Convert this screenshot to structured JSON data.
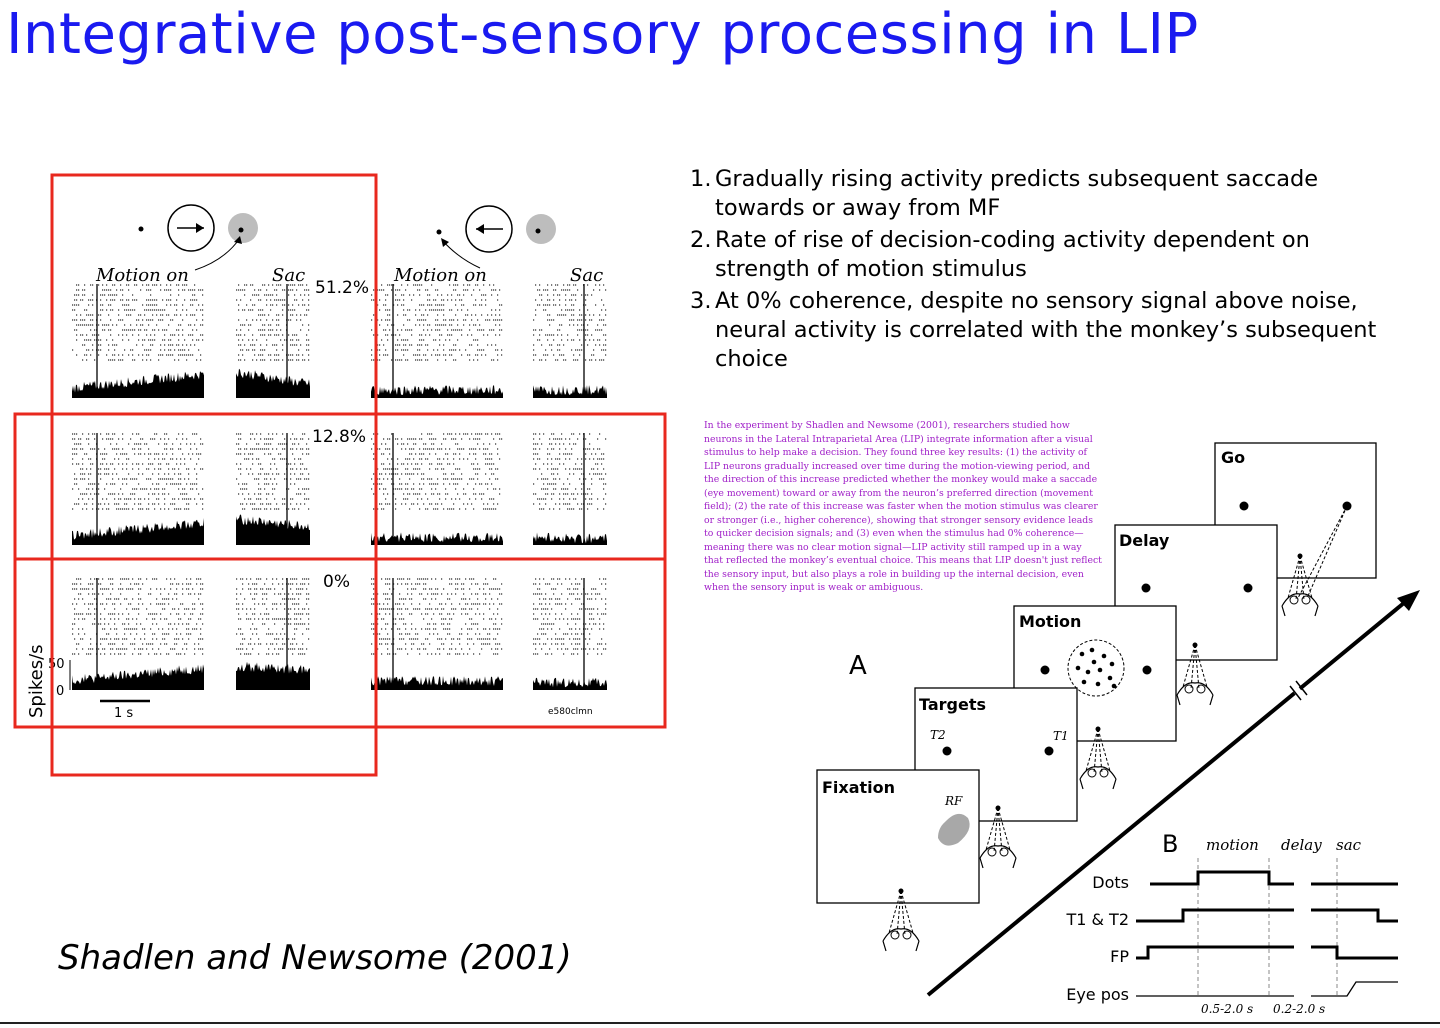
{
  "slide": {
    "title": "Integrative post-sensory processing in LIP",
    "citation": "Shadlen and Newsome (2001)"
  },
  "points": [
    {
      "num": "1.",
      "text": "Gradually rising activity predicts subsequent saccade towards or away from MF"
    },
    {
      "num": "2.",
      "text": "Rate of rise of decision-coding activity dependent on strength of motion stimulus"
    },
    {
      "num": "3.",
      "text": "At 0% coherence, despite no sensory signal above noise, neural activity is correlated with the monkey’s subsequent choice"
    }
  ],
  "annotation_note": "In the experiment by Shadlen and Newsome (2001), researchers studied how neurons in the Lateral Intraparietal Area (LIP) integrate information after a visual stimulus to help make a decision. They found three key results: (1) the activity of LIP neurons gradually increased over time during the motion-viewing period, and the direction of this increase predicted whether the monkey would make a saccade (eye movement) toward or away from the neuron’s preferred direction (movement field); (2) the rate of this increase was faster when the motion stimulus was clearer or stronger (i.e., higher coherence), showing that stronger sensory evidence leads to quicker decision signals; and (3) even when the stimulus had 0% coherence—meaning there was no clear motion signal—LIP activity still ramped up in a way that reflected the monkey’s eventual choice. This means that LIP doesn't just reflect the sensory input, but also plays a role in building up the internal decision, even when the sensory input is weak or ambiguous.",
  "raster_figure": {
    "column_labels": [
      "Motion on",
      "Sac",
      "Motion on",
      "Sac"
    ],
    "coherence_labels": [
      "51.2%",
      "12.8%",
      "0%"
    ],
    "y_axis_label": "Spikes/s",
    "y_ticks": [
      "50",
      "0"
    ],
    "scale_bar_label": "1 s",
    "cell_id": "e580clmn",
    "highlight_color": "#e8281e"
  },
  "task_diagram": {
    "panel_a_label": "A",
    "panel_b_label": "B",
    "screens": [
      "Fixation",
      "Targets",
      "Motion",
      "Delay",
      "Go"
    ],
    "rf_label": "RF",
    "target_labels": [
      "T2",
      "T1"
    ],
    "epoch_labels": [
      "motion",
      "delay",
      "sac"
    ],
    "trace_labels": [
      "Dots",
      "T1 & T2",
      "FP",
      "Eye pos"
    ],
    "time_labels": [
      "0.5-2.0 s",
      "0.2-2.0 s"
    ]
  }
}
